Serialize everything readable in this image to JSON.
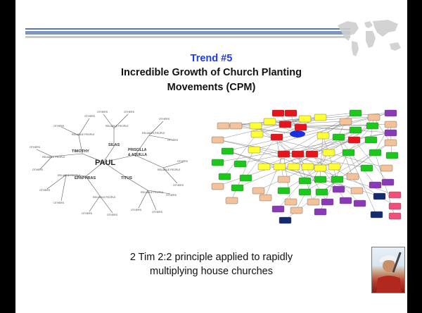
{
  "slide": {
    "trend_label": "Trend #5",
    "headline_line1": "Incredible Growth of Church Planting",
    "headline_line2": "Movements (CPM)",
    "caption_line1": "2 Tim 2:2 principle applied to rapidly",
    "caption_line2": "multiplying house churches"
  },
  "paul_diagram": {
    "center": "PAUL",
    "names": [
      "TIMOTHY",
      "SILAS",
      "PRISCILLA",
      "& AQUILLA",
      "EPAPHRAS",
      "TITUS"
    ],
    "reliable_people": "RELIABLE PEOPLE",
    "others": "OTHERS"
  },
  "colors": {
    "trend_blue": "#1f3cf0",
    "header_bar": "#7f95bc",
    "node_red": "#e8141c",
    "node_yellow": "#ffff33",
    "node_green": "#1dc81d",
    "node_peach": "#f4c29a",
    "node_purple": "#8a3ab6",
    "node_navy": "#142b6e",
    "node_pink": "#f0507a",
    "node_blue_ellipse": "#1c2fe0"
  },
  "icons": [
    "world-map-icon",
    "person-photo"
  ]
}
